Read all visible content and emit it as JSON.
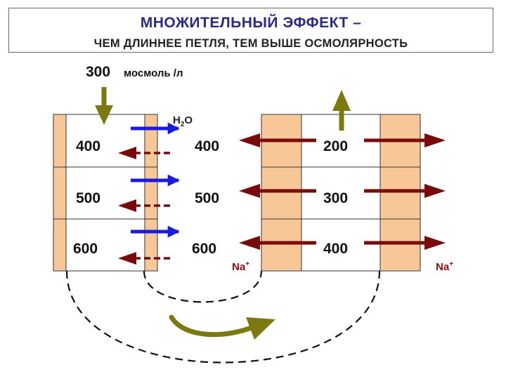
{
  "title": {
    "line1": "МНОЖИТЕЛЬНЫЙ ЭФФЕКТ –",
    "line2": "ЧЕМ ДЛИННЕЕ ПЕТЛЯ, ТЕМ ВЫШЕ ОСМОЛЯРНОСТЬ"
  },
  "input": {
    "value": "300",
    "unit": "мосмоль /л"
  },
  "water": {
    "base": "H",
    "sub": "2",
    "tail": "O"
  },
  "descending_limb": {
    "values": [
      "400",
      "500",
      "600"
    ]
  },
  "interstitium": {
    "values": [
      "400",
      "500",
      "600"
    ]
  },
  "ascending_limb": {
    "values": [
      "200",
      "300",
      "400"
    ]
  },
  "ion": {
    "base": "Na",
    "sup": "+"
  },
  "colors": {
    "wall": "#f7c797",
    "water_arrow": "#1a1ae6",
    "sodium_arrow": "#7a0a0a",
    "flow_arrow": "#7a7a10"
  }
}
